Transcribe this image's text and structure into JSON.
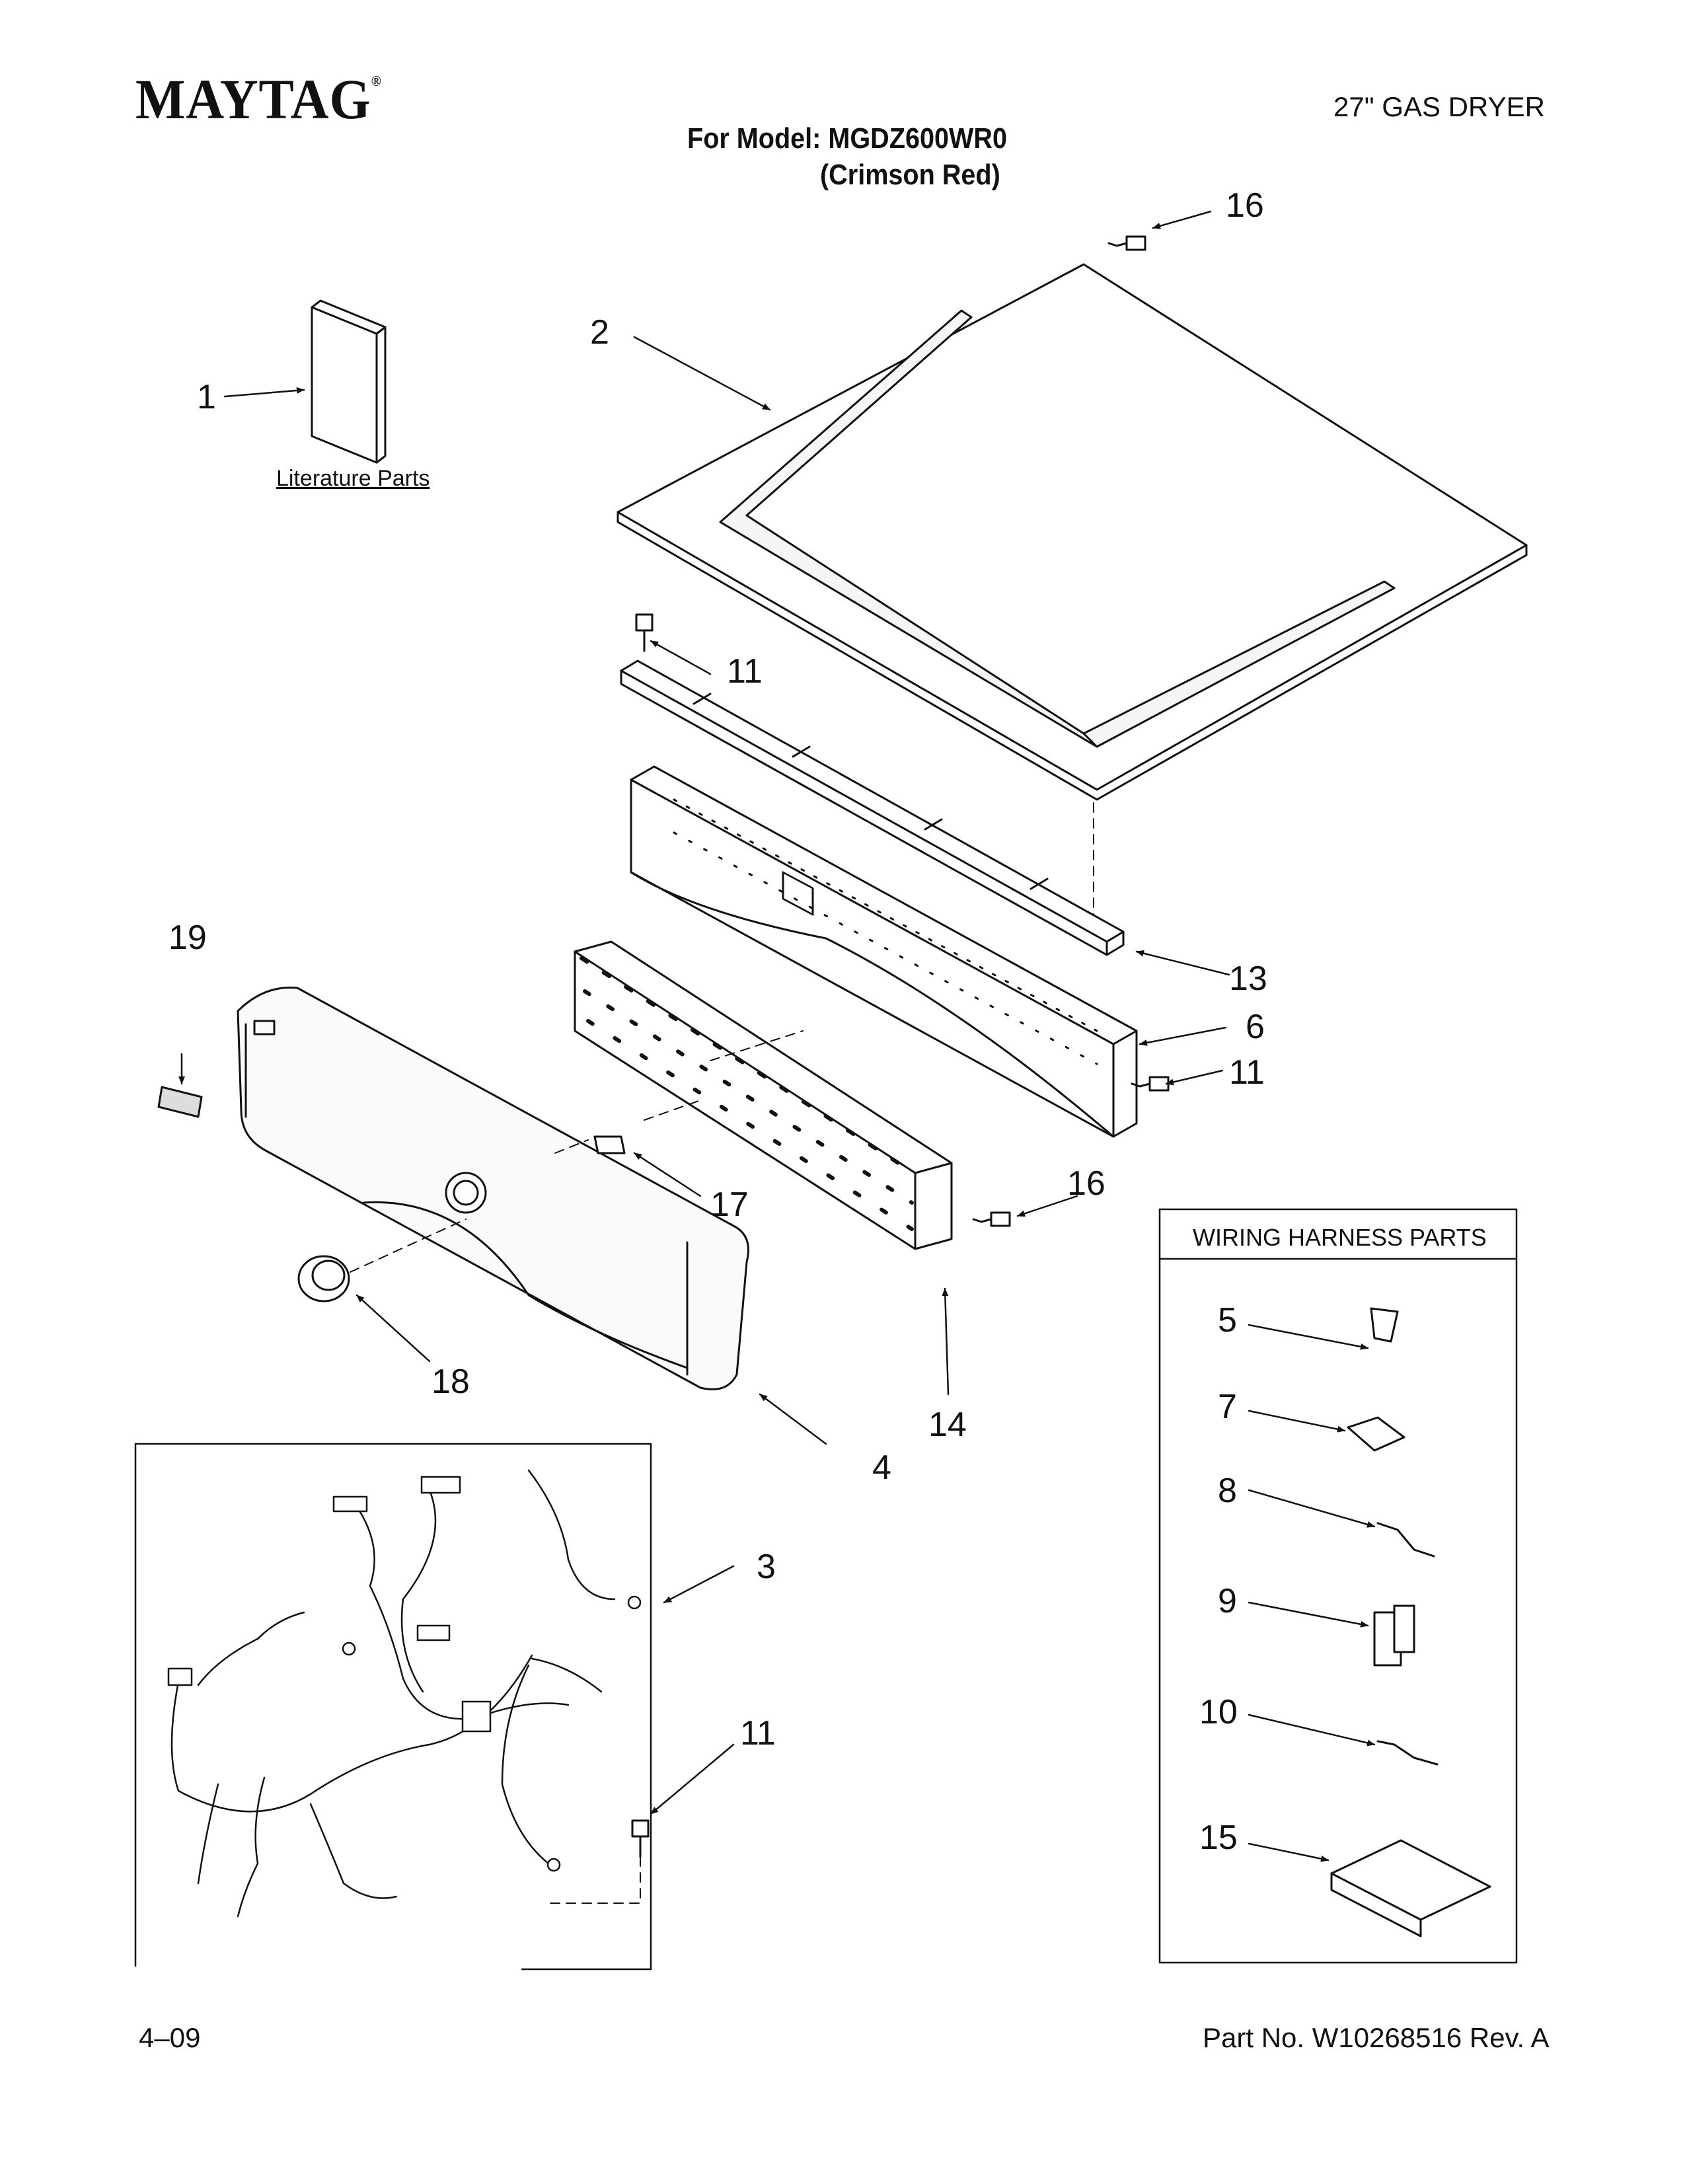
{
  "header": {
    "brand": "MAYTAG",
    "brand_mark": "®",
    "product": "27\" GAS DRYER",
    "model_line": "For Model: MGDZ600WR0",
    "color_line": "(Crimson Red)"
  },
  "literature_label": "Literature Parts",
  "wiring_box": {
    "title": "WIRING HARNESS PARTS"
  },
  "callouts": {
    "c1": "1",
    "c2": "2",
    "c3": "3",
    "c4": "4",
    "c5": "5",
    "c6": "6",
    "c7": "7",
    "c8": "8",
    "c9": "9",
    "c10": "10",
    "c11a": "11",
    "c11b": "11",
    "c11c": "11",
    "c13": "13",
    "c14": "14",
    "c15": "15",
    "c16a": "16",
    "c16b": "16",
    "c17": "17",
    "c18": "18",
    "c19": "19"
  },
  "footer": {
    "date": "4–09",
    "part_no": "Part No. W10268516 Rev. A"
  }
}
